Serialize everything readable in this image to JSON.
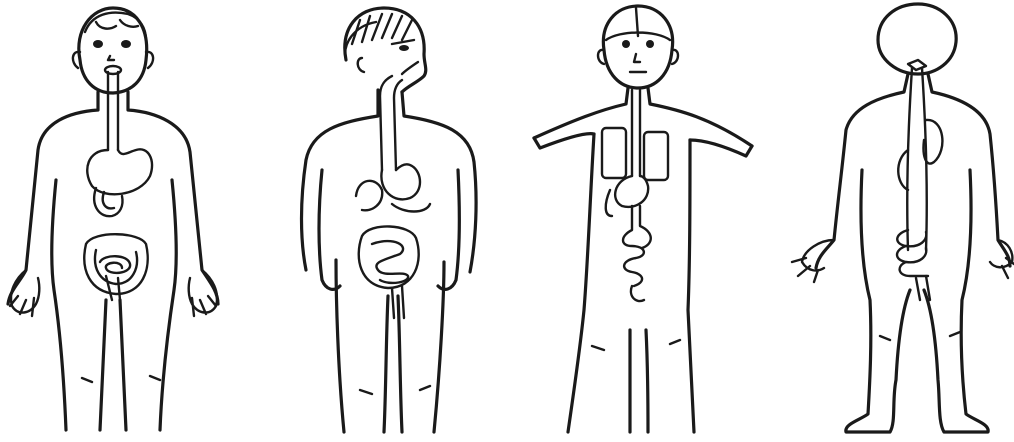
{
  "figures": [
    {
      "id": "figure-1",
      "view": "front"
    },
    {
      "id": "figure-2",
      "view": "side"
    },
    {
      "id": "figure-3",
      "view": "front"
    },
    {
      "id": "figure-4",
      "view": "back"
    }
  ],
  "colors": {
    "ink": "#1a1a1a",
    "paper": "#ffffff"
  }
}
